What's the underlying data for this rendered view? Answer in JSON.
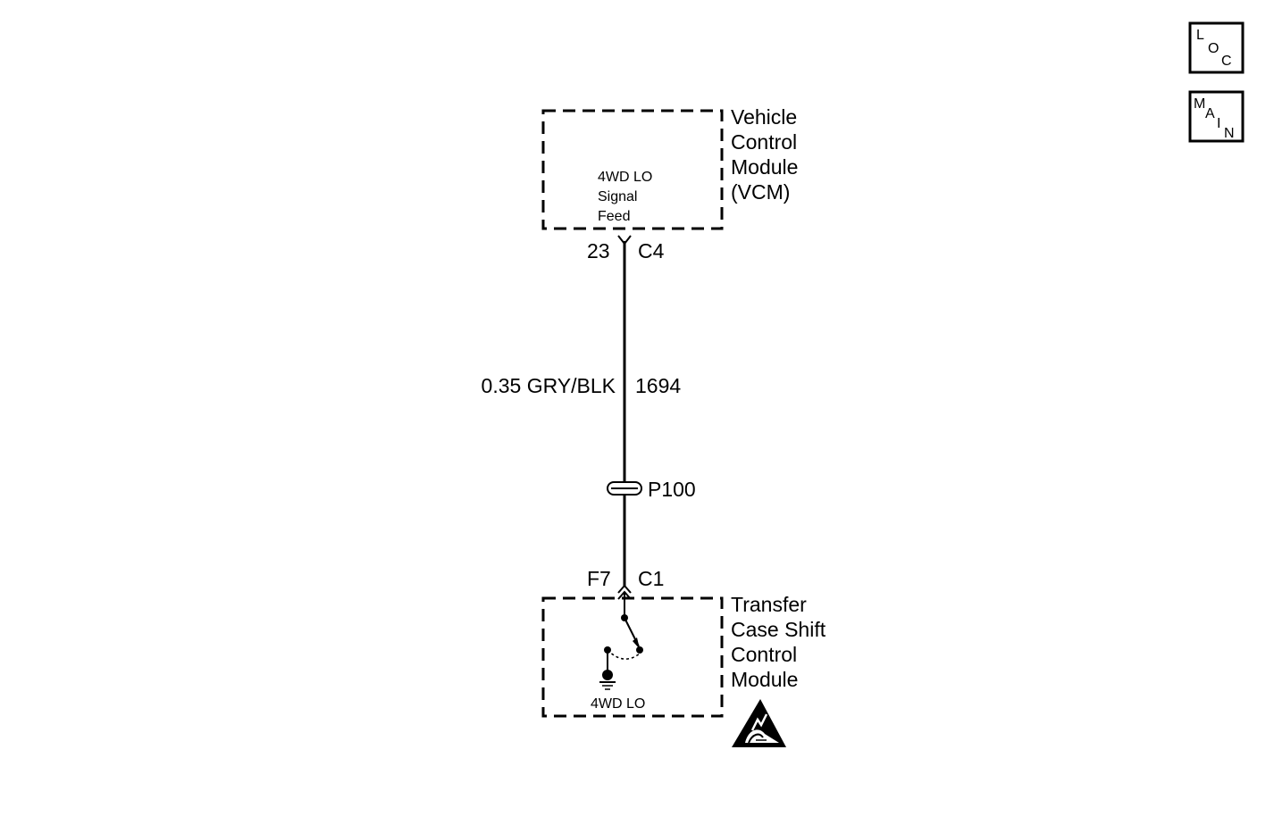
{
  "nav": {
    "loc": [
      "L",
      "O",
      "C"
    ],
    "main": [
      "M",
      "A",
      "I",
      "N"
    ]
  },
  "vcm": {
    "name_lines": [
      "Vehicle",
      "Control",
      "Module",
      "(VCM)"
    ],
    "signal_lines": [
      "4WD LO",
      "Signal",
      "Feed"
    ],
    "pin": "23",
    "connector": "C4"
  },
  "wire": {
    "spec": "0.35 GRY/BLK",
    "circuit": "1694"
  },
  "passthrough": {
    "label": "P100"
  },
  "tcscm": {
    "pin": "F7",
    "connector": "C1",
    "name_lines": [
      "Transfer",
      "Case Shift",
      "Control",
      "Module"
    ],
    "switch_label": "4WD LO"
  },
  "esd": {
    "icon": "esd-warning-icon"
  }
}
